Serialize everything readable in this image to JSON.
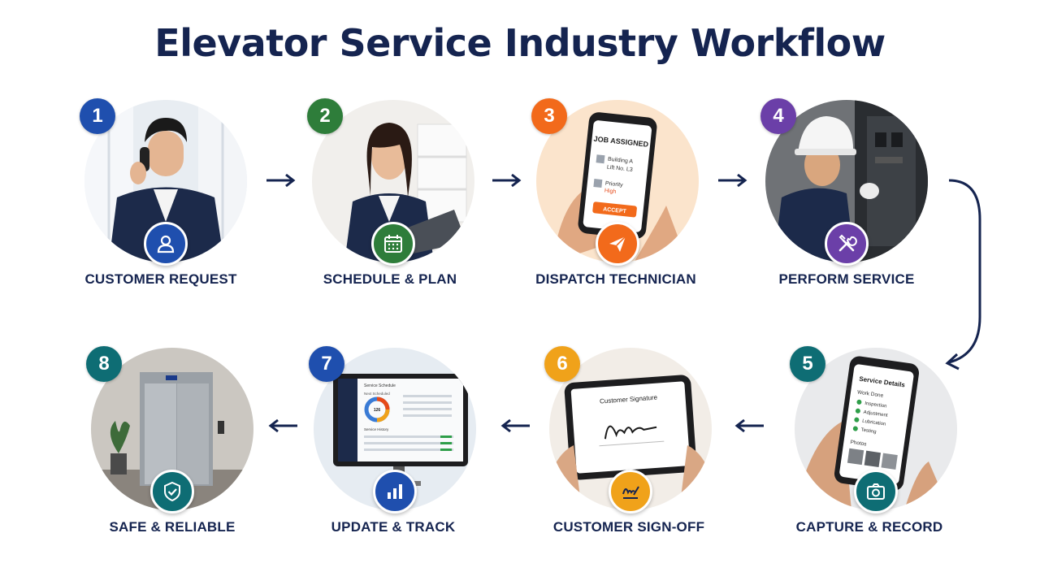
{
  "title": "Elevator Service Industry Workflow",
  "colors": {
    "navy": "#152450",
    "blue": "#1f4fae",
    "green": "#2e7d3a",
    "orange": "#f26a1b",
    "purple": "#6b3fa8",
    "teal": "#0e6d74",
    "yellow": "#f0a21a"
  },
  "steps": [
    {
      "number": "1",
      "label": "CUSTOMER REQUEST",
      "icon": "user-icon"
    },
    {
      "number": "2",
      "label": "SCHEDULE & PLAN",
      "icon": "calendar-icon"
    },
    {
      "number": "3",
      "label": "DISPATCH TECHNICIAN",
      "icon": "send-icon"
    },
    {
      "number": "4",
      "label": "PERFORM SERVICE",
      "icon": "tools-icon"
    },
    {
      "number": "5",
      "label": "CAPTURE & RECORD",
      "icon": "camera-icon"
    },
    {
      "number": "6",
      "label": "CUSTOMER SIGN-OFF",
      "icon": "signature-icon"
    },
    {
      "number": "7",
      "label": "UPDATE & TRACK",
      "icon": "bar-chart-icon"
    },
    {
      "number": "8",
      "label": "SAFE & RELIABLE",
      "icon": "shield-check-icon"
    }
  ],
  "phone_job": {
    "heading": "JOB ASSIGNED",
    "line1": "Building A",
    "line2": "Lift No. L3",
    "priority_label": "Priority",
    "priority_value": "High",
    "button": "ACCEPT"
  },
  "phone_details": {
    "heading": "Service Details",
    "section": "Work Done",
    "items": [
      "Inspection",
      "Adjustment",
      "Lubrication",
      "Testing"
    ],
    "photos_label": "Photos"
  },
  "tablet_signature": {
    "heading": "Customer Signature"
  },
  "dashboard": {
    "heading": "Service Schedule",
    "sub": "Next Scheduled",
    "count": "126",
    "history": "Service History"
  }
}
